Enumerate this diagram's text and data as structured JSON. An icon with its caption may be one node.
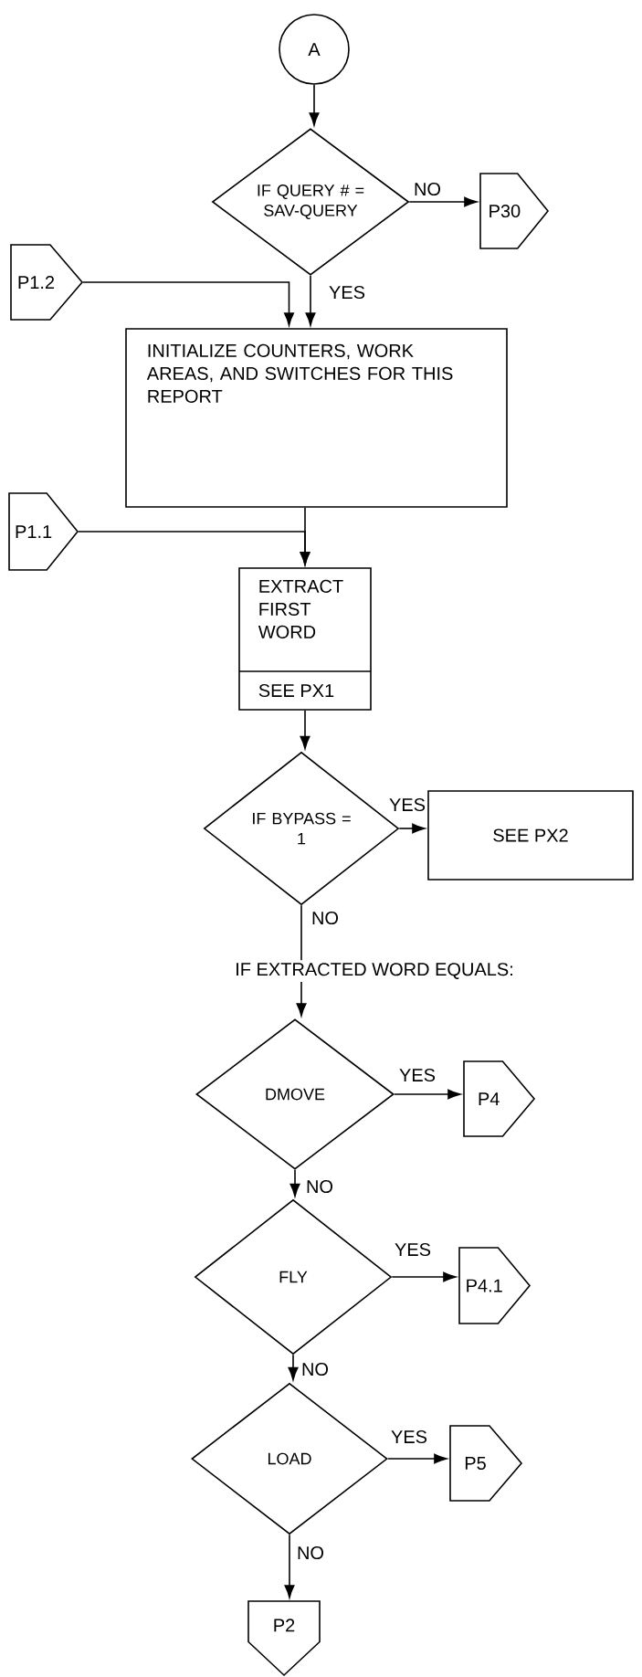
{
  "diagram": {
    "nodes": [
      {
        "text": [
          "A"
        ]
      },
      {
        "text": [
          "IF QUERY # = SAV-QUERY"
        ]
      },
      {
        "text": [
          "P30"
        ]
      },
      {
        "text": [
          "P1.2"
        ]
      },
      {
        "text": [
          "INITIALIZE COUNTERS, WORK AREAS, AND SWITCHES FOR THIS REPORT"
        ]
      },
      {
        "text": [
          "P1.1"
        ]
      },
      {
        "text": [
          "EXTRACT FIRST WORD",
          "SEE PX1"
        ]
      },
      {
        "text": [
          "IF BYPASS = 1"
        ]
      },
      {
        "text": [
          "SEE PX2"
        ]
      },
      {
        "text": [
          "DMOVE"
        ]
      },
      {
        "text": [
          "P4"
        ]
      },
      {
        "text": [
          "FLY"
        ]
      },
      {
        "text": [
          "P4.1"
        ]
      },
      {
        "text": [
          "LOAD"
        ]
      },
      {
        "text": [
          "P5"
        ]
      },
      {
        "text": [
          "P2"
        ]
      }
    ],
    "edges": [
      {
        "from": 0,
        "to": 1,
        "arrow": "to"
      },
      {
        "from": 1,
        "to": 2,
        "arrow": "to",
        "label": "NO"
      },
      {
        "from": 1,
        "to": 4,
        "arrow": "to",
        "label": "YES"
      },
      {
        "from": 3,
        "to": 4,
        "arrow": "to"
      },
      {
        "from": 4,
        "to": 6,
        "arrow": "to"
      },
      {
        "from": 5,
        "to": 6,
        "arrow": "to"
      },
      {
        "from": 6,
        "to": 7,
        "arrow": "to"
      },
      {
        "from": 7,
        "to": 8,
        "arrow": "to",
        "label": "YES"
      },
      {
        "from": 7,
        "to": 9,
        "arrow": "to",
        "label": "NO"
      },
      {
        "from": 9,
        "to": 10,
        "arrow": "to",
        "label": "YES"
      },
      {
        "from": 9,
        "to": 11,
        "arrow": "to",
        "label": "NO"
      },
      {
        "from": 11,
        "to": 12,
        "arrow": "to",
        "label": "YES"
      },
      {
        "from": 11,
        "to": 13,
        "arrow": "to",
        "label": "NO"
      },
      {
        "from": 13,
        "to": 14,
        "arrow": "to",
        "label": "YES"
      },
      {
        "from": 13,
        "to": 15,
        "arrow": "to",
        "label": "NO"
      }
    ],
    "labels": [
      "IF EXTRACTED WORD EQUALS:"
    ]
  }
}
